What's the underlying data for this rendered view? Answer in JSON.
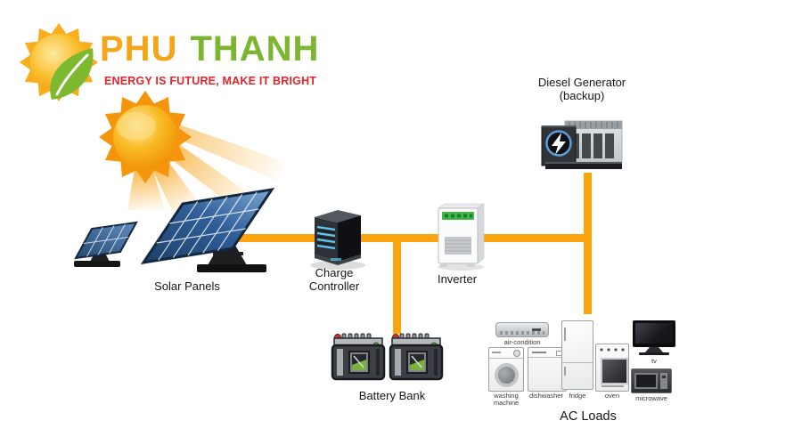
{
  "logo": {
    "brand_first": "PHU",
    "brand_second": "THANH",
    "tagline": "ENERGY IS FUTURE, MAKE IT BRIGHT"
  },
  "colors": {
    "wire": "#FBA40D",
    "brand_first": "#F2A71B",
    "brand_second": "#7CB530",
    "tagline": "#E6232B"
  },
  "nodes": {
    "solar_panels": {
      "label": "Solar Panels"
    },
    "charge_controller": {
      "label_line1": "Charge",
      "label_line2": "Controller"
    },
    "inverter": {
      "label": "Inverter"
    },
    "diesel_generator": {
      "label_line1": "Diesel Generator",
      "label_line2": "(backup)"
    },
    "battery_bank": {
      "label": "Battery Bank"
    },
    "ac_loads": {
      "label": "AC Loads"
    }
  },
  "appliances": {
    "air_condition": "air-condition",
    "washing_machine_line1": "washing",
    "washing_machine_line2": "machine",
    "dishwasher": "dishwasher",
    "fridge": "fridge",
    "oven": "oven",
    "tv": "tv",
    "microwave": "microwave"
  },
  "icons": {
    "logo": "sun-leaf-icon",
    "sun": "sun-rays-icon",
    "solar_panels": "solar-panel-icon",
    "charge_controller": "server-tower-icon",
    "inverter": "inverter-box-icon",
    "diesel_generator": "generator-icon",
    "generator_logo": "lightning-bolt-icon",
    "battery": "battery-icon"
  }
}
